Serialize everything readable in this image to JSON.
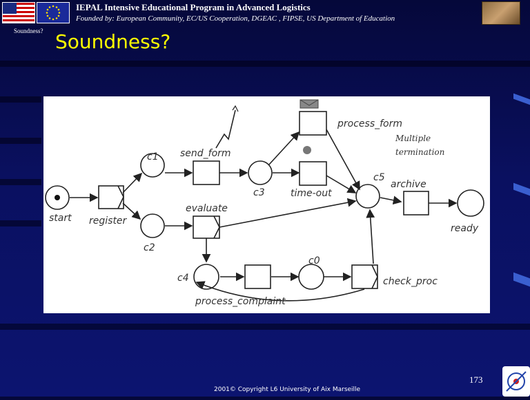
{
  "header": {
    "title": "IEPAL Intensive Educational Program in Advanced Logistics",
    "subtitle": "Founded by: European Community, EC/US Cooperation, DGEAC , FIPSE, US Department of Education"
  },
  "sidebar": {
    "label": "Soundness?"
  },
  "slide": {
    "title": "Soundness?"
  },
  "diagram": {
    "places": {
      "start": "start",
      "c1": "c1",
      "c2": "c2",
      "c3": "c3",
      "c4": "c4",
      "c5": "c5",
      "c0": "c0",
      "ready": "ready"
    },
    "transitions": {
      "register": "register",
      "send_form": "send_form",
      "evaluate": "evaluate",
      "process_form": "process_form",
      "time_out": "time-out",
      "archive": "archive",
      "check_proc": "check_proc",
      "process_complaint": "process_complaint"
    },
    "annotation_line1": "Multiple",
    "annotation_line2": "termination"
  },
  "footer": {
    "page_number": "173",
    "copyright": "2001© Copyright  L6 University of Aix Marseille"
  },
  "colors": {
    "title": "#ffff00",
    "background": "#0a1060"
  }
}
